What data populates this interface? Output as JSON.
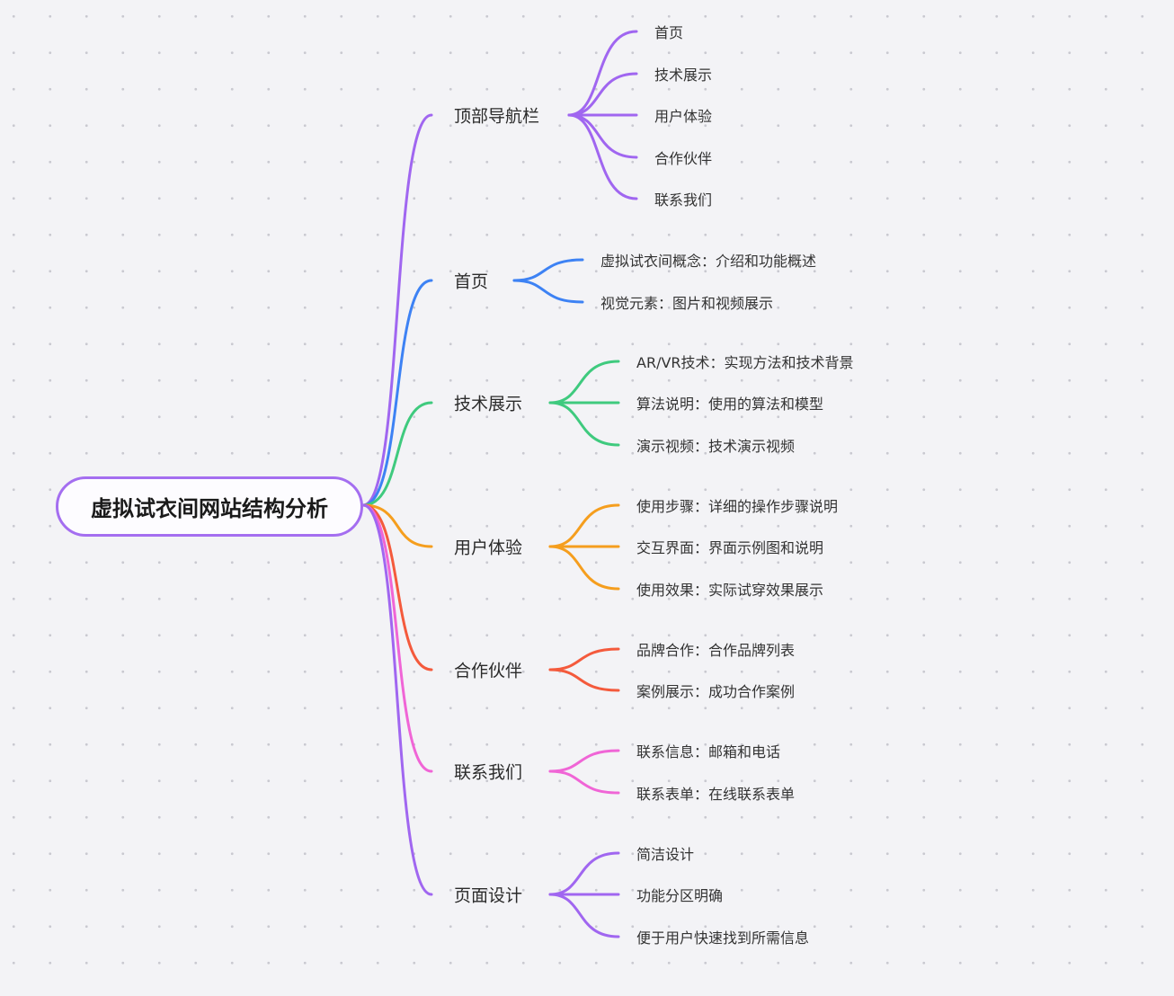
{
  "root": {
    "label": "虚拟试衣间网站结构分析",
    "color": "#a46ef0"
  },
  "branches": [
    {
      "label": "顶部导航栏",
      "color": "#a066f0",
      "children": [
        "首页",
        "技术展示",
        "用户体验",
        "合作伙伴",
        "联系我们"
      ]
    },
    {
      "label": "首页",
      "color": "#3d82f4",
      "children": [
        "虚拟试衣间概念：介绍和功能概述",
        "视觉元素：图片和视频展示"
      ]
    },
    {
      "label": "技术展示",
      "color": "#3fca7e",
      "children": [
        "AR/VR技术：实现方法和技术背景",
        "算法说明：使用的算法和模型",
        "演示视频：技术演示视频"
      ]
    },
    {
      "label": "用户体验",
      "color": "#f59e1e",
      "children": [
        "使用步骤：详细的操作步骤说明",
        "交互界面：界面示例图和说明",
        "使用效果：实际试穿效果展示"
      ]
    },
    {
      "label": "合作伙伴",
      "color": "#f45a3c",
      "children": [
        "品牌合作：合作品牌列表",
        "案例展示：成功合作案例"
      ]
    },
    {
      "label": "联系我们",
      "color": "#f065d6",
      "children": [
        "联系信息：邮箱和电话",
        "联系表单：在线联系表单"
      ]
    },
    {
      "label": "页面设计",
      "color": "#a066f0",
      "children": [
        "简洁设计",
        "功能分区明确",
        "便于用户快速找到所需信息"
      ]
    }
  ]
}
